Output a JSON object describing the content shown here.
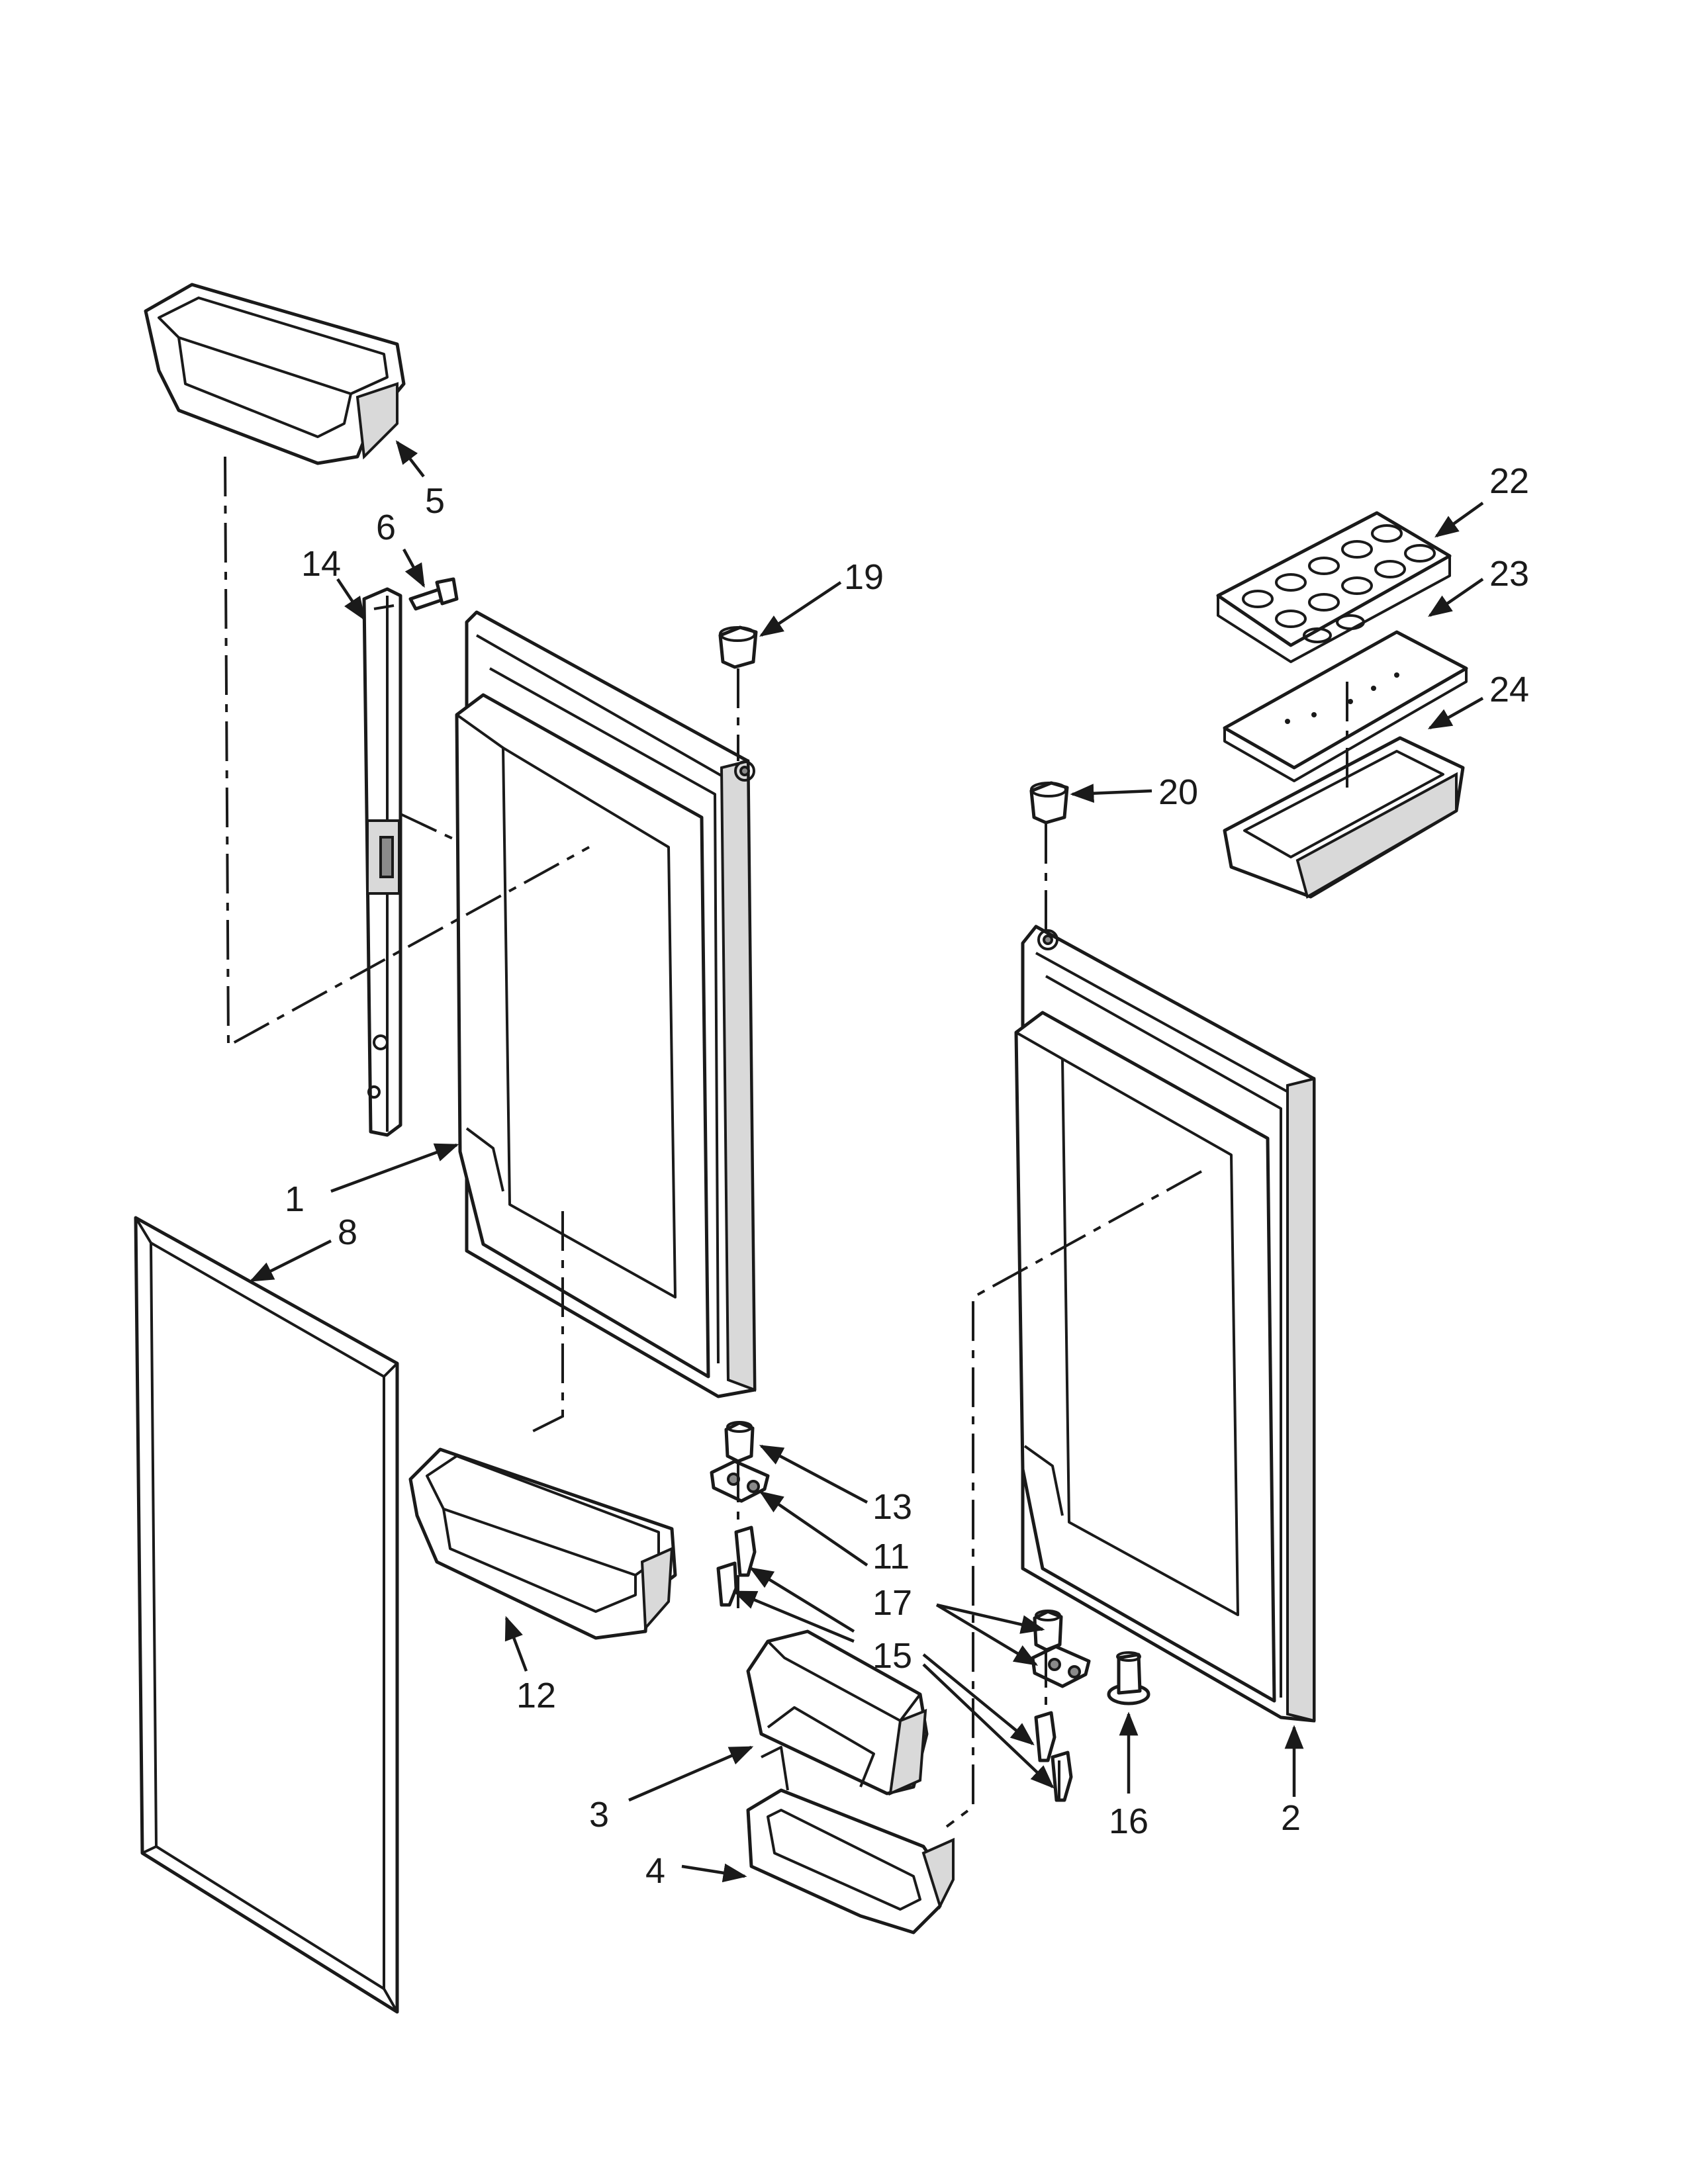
{
  "diagram": {
    "type": "exploded-parts-view",
    "callouts": {
      "c1": "1",
      "c2": "2",
      "c3": "3",
      "c4": "4",
      "c5": "5",
      "c6": "6",
      "c8": "8",
      "c11": "11",
      "c12": "12",
      "c13": "13",
      "c14": "14",
      "c15": "15",
      "c16": "16",
      "c17": "17",
      "c19": "19",
      "c20": "20",
      "c22": "22",
      "c23": "23",
      "c24": "24"
    }
  }
}
